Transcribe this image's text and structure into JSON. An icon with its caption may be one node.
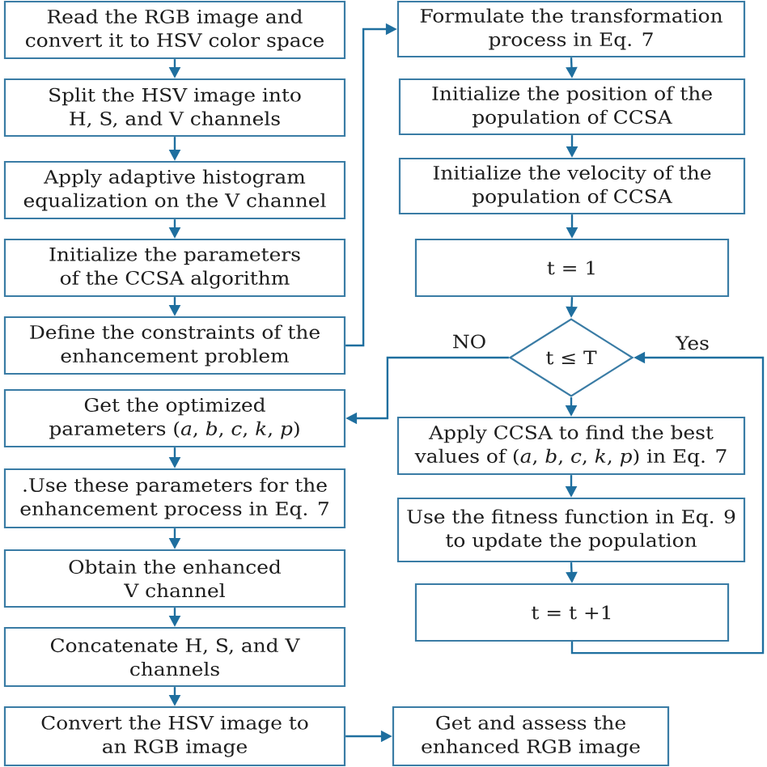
{
  "diagram": {
    "nodes": [
      {
        "text": [
          "Read the RGB image and convert it to HSV color space"
        ]
      },
      {
        "text": [
          "Split the HSV image into H, S, and V channels"
        ]
      },
      {
        "text": [
          "Apply adaptive histogram equalization on the V channel"
        ]
      },
      {
        "text": [
          "Initialize the parameters of the CCSA algorithm"
        ]
      },
      {
        "text": [
          "Define the constraints of the enhancement problem"
        ]
      },
      {
        "text": [
          "Get the optimized parameters (*a*, *b*, *c*, *k*, *p*)"
        ]
      },
      {
        "text": [
          ".Use these parameters for the enhancement process in Eq. 7"
        ]
      },
      {
        "text": [
          "Obtain the enhanced V channel"
        ]
      },
      {
        "text": [
          "Concatenate H, S, and V channels"
        ]
      },
      {
        "text": [
          "Convert the HSV image to an RGB image"
        ]
      },
      {
        "text": [
          "Formulate the transformation process in Eq. 7"
        ]
      },
      {
        "text": [
          "Initialize the position of the population of CCSA"
        ]
      },
      {
        "text": [
          "Initialize the velocity of the population of CCSA"
        ]
      },
      {
        "text": [
          "t = 1"
        ]
      },
      {
        "text": [
          "t ≤ T"
        ]
      },
      {
        "text": [
          "Apply CCSA to find the best values of (*a*, *b*, *c*, *k*, *p*) in Eq. 7"
        ]
      },
      {
        "text": [
          "Use the fitness function in Eq. 9 to update the population"
        ]
      },
      {
        "text": [
          "t = t +1"
        ]
      },
      {
        "text": [
          "Get and assess the enhanced RGB image"
        ]
      }
    ],
    "edges": [
      {
        "from": 0,
        "to": 1,
        "arrow": "to"
      },
      {
        "from": 1,
        "to": 2,
        "arrow": "to"
      },
      {
        "from": 2,
        "to": 3,
        "arrow": "to"
      },
      {
        "from": 3,
        "to": 4,
        "arrow": "to"
      },
      {
        "from": 4,
        "to": 10,
        "arrow": "to"
      },
      {
        "from": 10,
        "to": 11,
        "arrow": "to"
      },
      {
        "from": 11,
        "to": 12,
        "arrow": "to"
      },
      {
        "from": 12,
        "to": 13,
        "arrow": "to"
      },
      {
        "from": 13,
        "to": 14,
        "arrow": "to"
      },
      {
        "from": 14,
        "to": 5,
        "arrow": "to",
        "label": "NO"
      },
      {
        "from": 14,
        "to": 15,
        "arrow": "to"
      },
      {
        "from": 15,
        "to": 16,
        "arrow": "to"
      },
      {
        "from": 16,
        "to": 17,
        "arrow": "to"
      },
      {
        "from": 17,
        "to": 14,
        "arrow": "to",
        "label": "Yes"
      },
      {
        "from": 5,
        "to": 6,
        "arrow": "to"
      },
      {
        "from": 6,
        "to": 7,
        "arrow": "to"
      },
      {
        "from": 7,
        "to": 8,
        "arrow": "to"
      },
      {
        "from": 8,
        "to": 9,
        "arrow": "to"
      },
      {
        "from": 9,
        "to": 18,
        "arrow": "to"
      }
    ]
  }
}
